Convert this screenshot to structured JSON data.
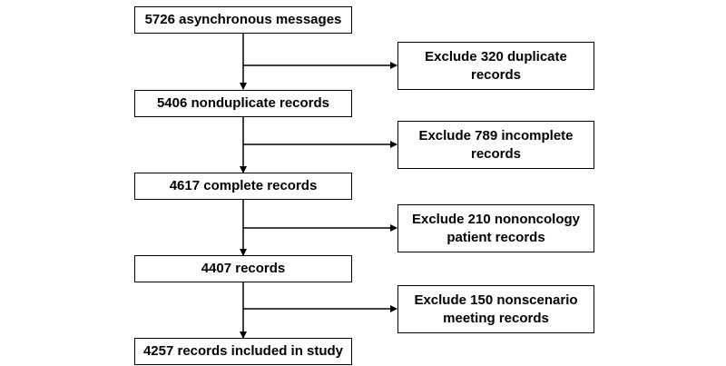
{
  "flowchart": {
    "main_steps": [
      {
        "text": "5726 asynchronous messages"
      },
      {
        "text": "5406 nonduplicate records"
      },
      {
        "text": "4617 complete records"
      },
      {
        "text": "4407 records"
      },
      {
        "text": "4257 records included in study"
      }
    ],
    "exclusions": [
      {
        "line1": "Exclude 320 duplicate",
        "line2": "records"
      },
      {
        "line1": "Exclude 789 incomplete",
        "line2": "records"
      },
      {
        "line1": "Exclude 210 nononcology",
        "line2": "patient records"
      },
      {
        "line1": "Exclude 150 nonscenario",
        "line2": "meeting records"
      }
    ]
  }
}
